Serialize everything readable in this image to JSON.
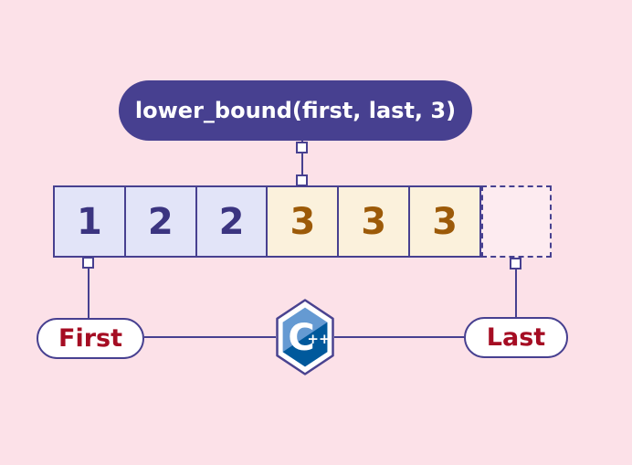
{
  "function_pill": {
    "label": "lower_bound(first, last, 3)"
  },
  "array": {
    "cells": [
      {
        "value": "1",
        "style": "lavender"
      },
      {
        "value": "2",
        "style": "lavender"
      },
      {
        "value": "2",
        "style": "lavender"
      },
      {
        "value": "3",
        "style": "cream"
      },
      {
        "value": "3",
        "style": "cream"
      },
      {
        "value": "3",
        "style": "cream"
      }
    ],
    "past_end_cell": {
      "value": "",
      "style": "dashed-empty"
    }
  },
  "pointer_labels": {
    "first": "First",
    "last": "Last"
  },
  "cpp_logo": {
    "letter": "C",
    "plus": "++"
  },
  "colors": {
    "background": "#fce1e8",
    "pill_bg": "#474090",
    "pill_text": "#ffffff",
    "line_and_border": "#474090",
    "cell_lavender_bg": "#e2e4f8",
    "cell_lavender_text": "#3b3480",
    "cell_cream_bg": "#fbf1dc",
    "cell_cream_text": "#9c5a08",
    "pointer_text_red": "#a50d23",
    "cpp_light_blue": "#659ad2",
    "cpp_dark_blue": "#00599c"
  }
}
